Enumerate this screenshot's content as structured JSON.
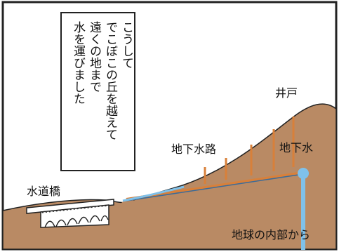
{
  "caption_columns": [
    "こうして",
    "でこぼこの丘を越えて",
    "遠くの地まで",
    "水を運びました"
  ],
  "labels": {
    "well": "井戸",
    "underground_channel": "地下水路",
    "groundwater": "地下水",
    "aqueduct": "水道橋",
    "from_earth_interior": "地球の内部から"
  },
  "colors": {
    "hill": "#b98a64",
    "shaft": "#d8803a",
    "water": "#7fc1ea",
    "outline": "#222222",
    "background": "#ffffff"
  }
}
